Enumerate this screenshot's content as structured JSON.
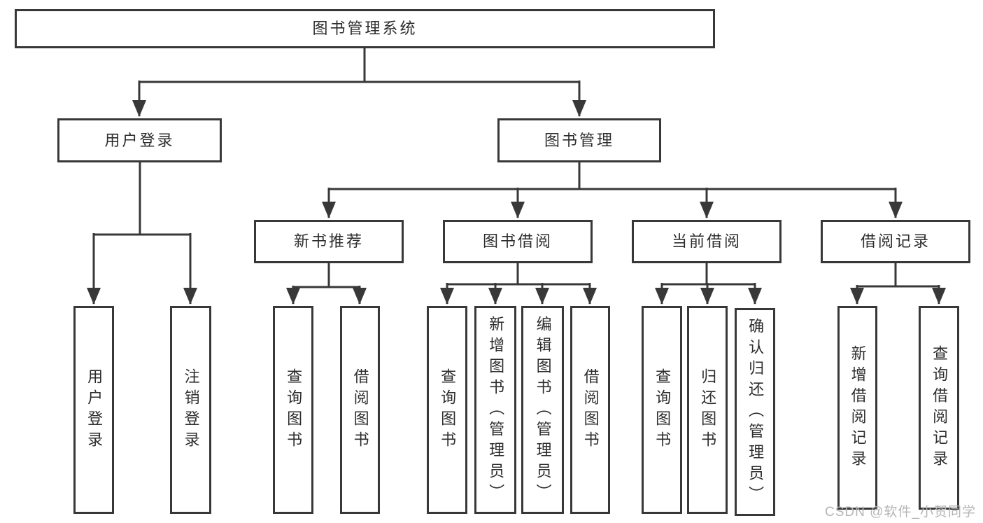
{
  "diagram": {
    "type": "tree",
    "root": {
      "label": "图书管理系统",
      "children": [
        {
          "label": "用户登录",
          "children": [
            {
              "label": "用户登录"
            },
            {
              "label": "注销登录"
            }
          ]
        },
        {
          "label": "图书管理",
          "children": [
            {
              "label": "新书推荐",
              "children": [
                {
                  "label": "查询图书"
                },
                {
                  "label": "借阅图书"
                }
              ]
            },
            {
              "label": "图书借阅",
              "children": [
                {
                  "label": "查询图书"
                },
                {
                  "label": "新增图书（管理员）"
                },
                {
                  "label": "编辑图书（管理员）"
                },
                {
                  "label": "借阅图书"
                }
              ]
            },
            {
              "label": "当前借阅",
              "children": [
                {
                  "label": "查询图书"
                },
                {
                  "label": "归还图书"
                },
                {
                  "label": "确认归还（管理员）"
                }
              ]
            },
            {
              "label": "借阅记录",
              "children": [
                {
                  "label": "新增借阅记录"
                },
                {
                  "label": "查询借阅记录"
                }
              ]
            }
          ]
        }
      ]
    }
  },
  "watermark": {
    "text": "CSDN @软件_小贺同学"
  },
  "colors": {
    "line": "#383838",
    "text": "#2d2d2d",
    "box_bg": "#ffffff",
    "bg": "#ffffff",
    "watermark": "#b5b5b5"
  }
}
